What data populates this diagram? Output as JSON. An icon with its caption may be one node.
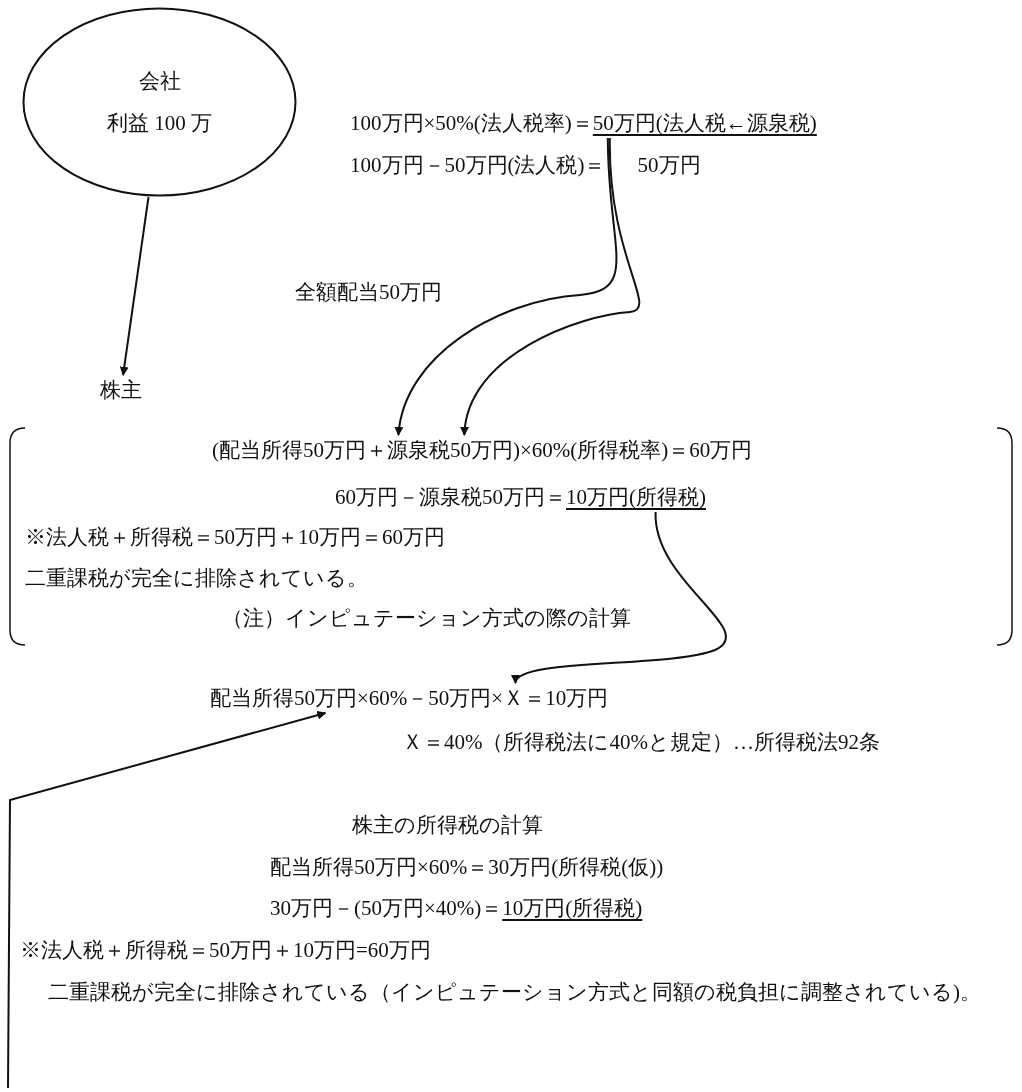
{
  "diagram": {
    "nodes": [
      {
        "text": [
          "会社",
          "利益 100 万"
        ]
      },
      {
        "text": [
          "株主"
        ]
      },
      {
        "text": [
          "50万円(法人税←源泉税)"
        ]
      },
      {
        "text": [
          "(配当所得50万円＋源泉税50万円)×60%(所得税率)＝60万円"
        ]
      },
      {
        "text": [
          "10万円(所得税)"
        ]
      },
      {
        "text": [
          "配当所得50万円×60%－50万円×Ｘ＝10万円"
        ]
      }
    ],
    "edges": [
      {
        "from": 0,
        "to": 1,
        "arrow": "to"
      },
      {
        "from": 2,
        "to": 3,
        "arrow": "to"
      },
      {
        "from": 2,
        "to": 3,
        "arrow": "to"
      },
      {
        "from": 4,
        "to": 5,
        "arrow": "to"
      },
      {
        "from": null,
        "to": 5,
        "arrow": "to"
      }
    ],
    "labels": [
      "100万円×50%(法人税率)＝",
      "100万円－50万円(法人税)＝",
      "50万円",
      "全額配当50万円",
      "60万円－源泉税50万円＝",
      "※法人税＋所得税＝50万円＋10万円＝60万円",
      "二重課税が完全に排除されている。",
      "（注）インピュテーション方式の際の計算",
      "Ｘ＝40%（所得税法に40%と規定）…所得税法92条",
      "株主の所得税の計算",
      "配当所得50万円×60%＝30万円(所得税(仮))",
      "30万円－(50万円×40%)＝",
      "10万円(所得税)",
      "※法人税＋所得税＝50万円＋10万円=60万円",
      "二重課税が完全に排除されている（インピュテーション方式と同額の税負担に調整されている)。"
    ]
  }
}
